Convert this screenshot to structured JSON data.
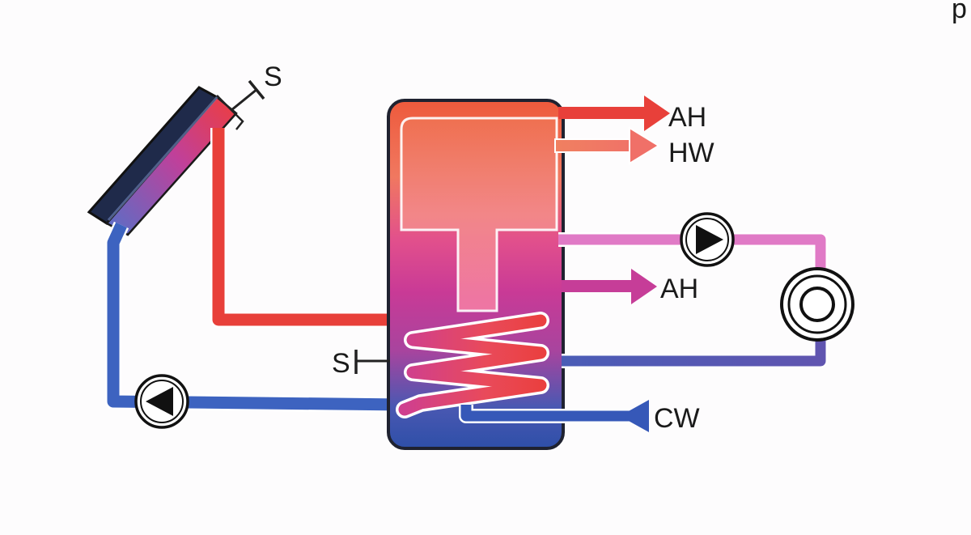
{
  "labels": {
    "sensor_collector": "S",
    "sensor_tank": "S",
    "aux_heat_top": "AH",
    "hot_water": "HW",
    "aux_heat_mid": "AH",
    "cold_water": "CW",
    "corner_mark": "p"
  },
  "colors": {
    "hot": "#e8403a",
    "warm": "#f06a5a",
    "mid": "#c63d98",
    "pink": "#e07ac6",
    "cold": "#3a5fb8",
    "outline": "#1f2230"
  },
  "icons": {
    "collector_pump": "pump-icon",
    "boiler_pump": "pump-icon",
    "boiler": "boiler-icon"
  }
}
